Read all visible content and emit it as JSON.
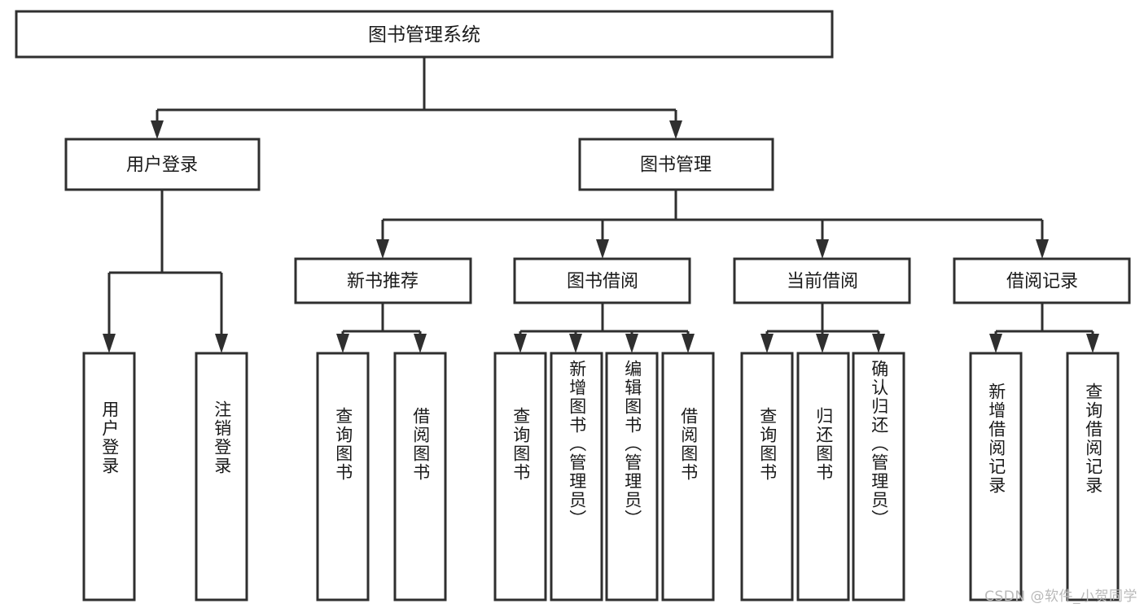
{
  "diagram": {
    "type": "tree",
    "title_node": {
      "label": "图书管理系统"
    },
    "level1": [
      {
        "id": "user-login",
        "label": "用户登录"
      },
      {
        "id": "book-management",
        "label": "图书管理"
      }
    ],
    "level2": [
      {
        "id": "new-book-recommend",
        "label": "新书推荐",
        "parent": "book-management"
      },
      {
        "id": "book-borrow",
        "label": "图书借阅",
        "parent": "book-management"
      },
      {
        "id": "current-borrow",
        "label": "当前借阅",
        "parent": "book-management"
      },
      {
        "id": "borrow-record",
        "label": "借阅记录",
        "parent": "book-management"
      }
    ],
    "leaves": [
      {
        "id": "leaf-user-login",
        "label": "用户登录",
        "parent": "user-login"
      },
      {
        "id": "leaf-logout-login",
        "label": "注销登录",
        "parent": "user-login"
      },
      {
        "id": "leaf-query-book-1",
        "label": "查询图书",
        "parent": "new-book-recommend"
      },
      {
        "id": "leaf-borrow-book-1",
        "label": "借阅图书",
        "parent": "new-book-recommend"
      },
      {
        "id": "leaf-query-book-2",
        "label": "查询图书",
        "parent": "book-borrow"
      },
      {
        "id": "leaf-add-book",
        "label": "新增图书（管理员）",
        "parent": "book-borrow"
      },
      {
        "id": "leaf-edit-book",
        "label": "编辑图书（管理员）",
        "parent": "book-borrow"
      },
      {
        "id": "leaf-borrow-book-2",
        "label": "借阅图书",
        "parent": "book-borrow"
      },
      {
        "id": "leaf-query-book-3",
        "label": "查询图书",
        "parent": "current-borrow"
      },
      {
        "id": "leaf-return-book",
        "label": "归还图书",
        "parent": "current-borrow"
      },
      {
        "id": "leaf-confirm-return",
        "label": "确认归还（管理员）",
        "parent": "current-borrow"
      },
      {
        "id": "leaf-add-record",
        "label": "新增借阅记录",
        "parent": "borrow-record"
      },
      {
        "id": "leaf-query-record",
        "label": "查询借阅记录",
        "parent": "borrow-record"
      }
    ],
    "colors": {
      "stroke": "#2f2f2f",
      "fill": "#ffffff",
      "text": "#1a1a1a",
      "watermark": "#b9b9b9"
    }
  },
  "watermark": {
    "text": "CSDN @软件_小贺同学"
  }
}
